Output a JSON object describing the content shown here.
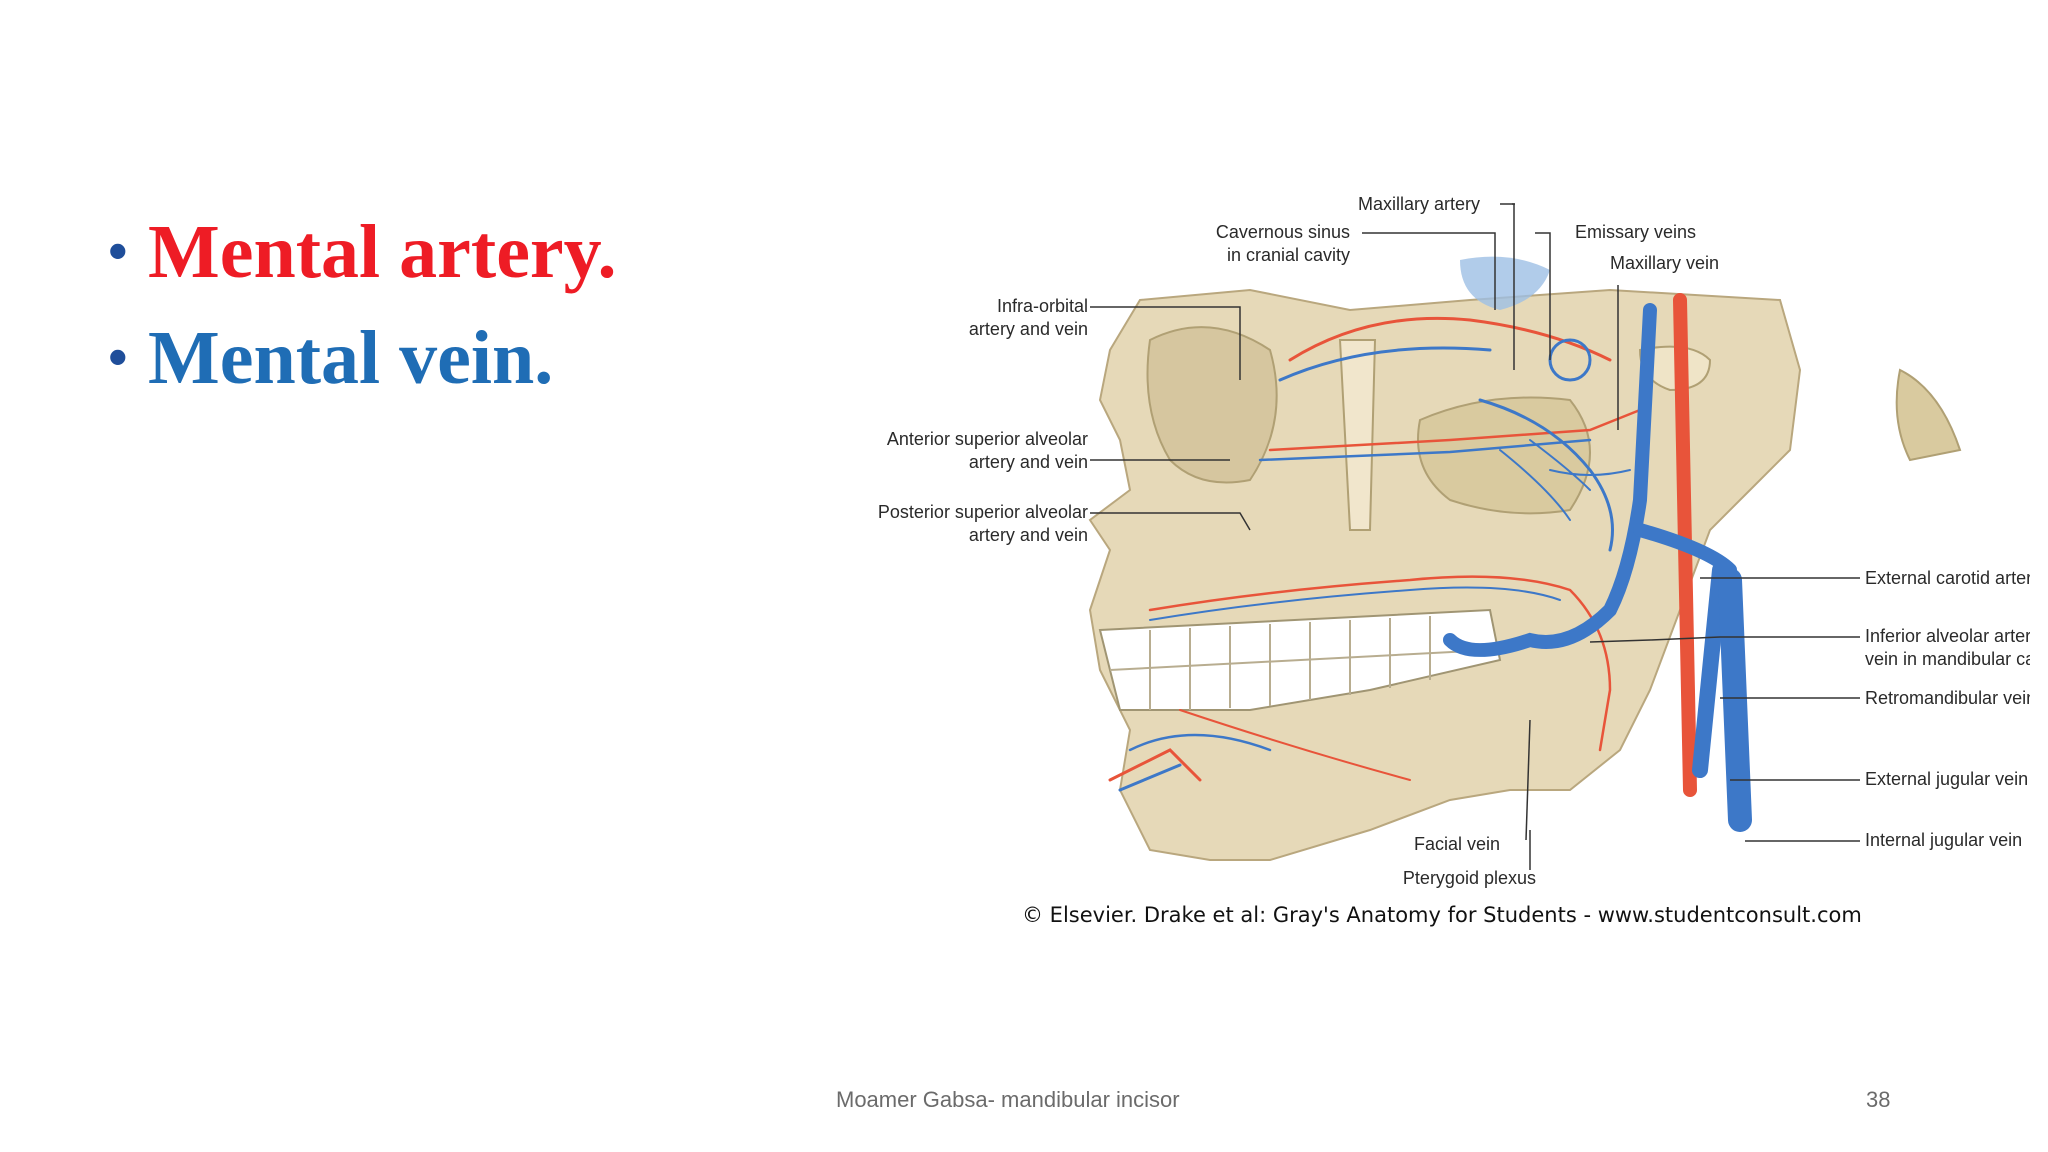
{
  "slide": {
    "bullets": [
      {
        "text": "Mental artery.",
        "color": "#ee1c25"
      },
      {
        "text": "Mental vein.",
        "color": "#1f6db5"
      }
    ],
    "footer_text": "Moamer Gabsa- mandibular incisor",
    "page_number": "38"
  },
  "figure": {
    "labels": {
      "maxillary_artery": "Maxillary artery",
      "cavernous_sinus_1": "Cavernous sinus",
      "cavernous_sinus_2": "in cranial cavity",
      "emissary_veins": "Emissary veins",
      "maxillary_vein": "Maxillary vein",
      "infraorbital_1": "Infra-orbital",
      "infraorbital_2": "artery and vein",
      "ant_sup_alv_1": "Anterior superior alveolar",
      "ant_sup_alv_2": "artery and vein",
      "post_sup_alv_1": "Posterior superior alveolar",
      "post_sup_alv_2": "artery and vein",
      "ext_carotid": "External carotid artery",
      "inf_alv_1": "Inferior alveolar artery and",
      "inf_alv_2": "vein in mandibular canal",
      "retromandibular": "Retromandibular vein",
      "ext_jugular": "External jugular vein",
      "int_jugular": "Internal jugular vein",
      "facial_vein": "Facial vein",
      "pterygoid": "Pterygoid plexus"
    },
    "credit": "© Elsevier. Drake et al: Gray's Anatomy for Students - www.studentconsult.com",
    "colors": {
      "artery": "#e8543a",
      "vein": "#3d78c8",
      "bone": "#e6d9b8",
      "bone_shade": "#cdbd96"
    }
  }
}
